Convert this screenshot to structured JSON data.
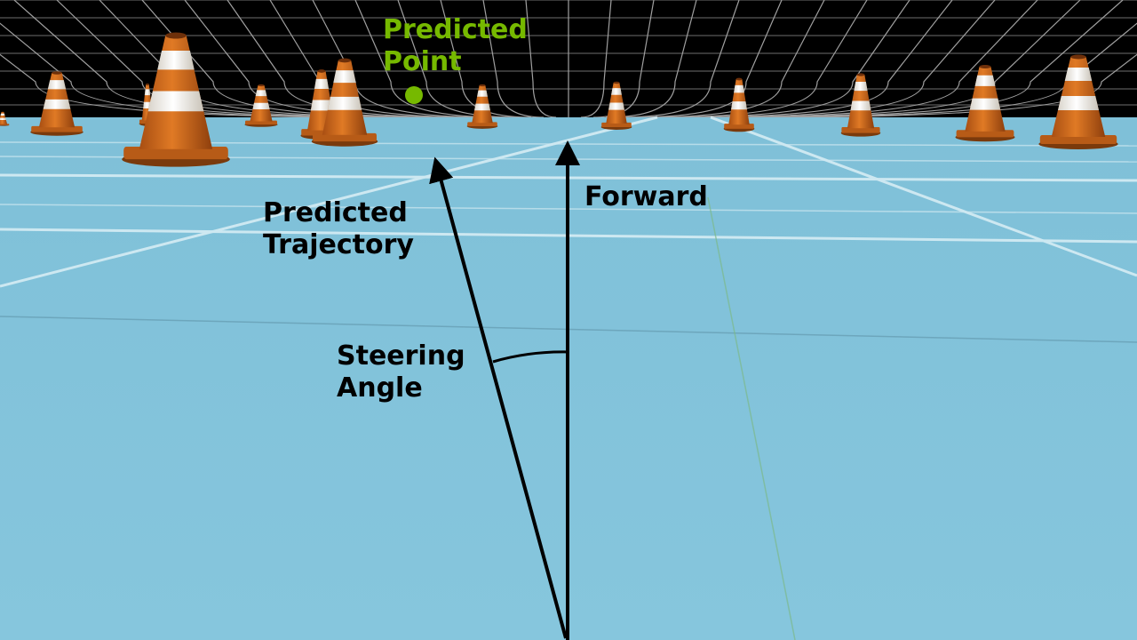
{
  "labels": {
    "predicted_point": [
      "Predicted",
      "Point"
    ],
    "predicted_trajectory": [
      "Predicted",
      "Trajectory"
    ],
    "forward": "Forward",
    "steering_angle": [
      "Steering",
      "Angle"
    ]
  },
  "colors": {
    "sky": "#000000",
    "ground": "#86c6dd",
    "grid_wire": "#b9b9b9",
    "cone_orange": "#cf6a1b",
    "cone_white": "#f4f1ea",
    "predicted_point": "#76b900",
    "annotation": "#000000"
  },
  "icons": {
    "cone": "traffic-cone-icon",
    "point": "predicted-point-dot"
  }
}
